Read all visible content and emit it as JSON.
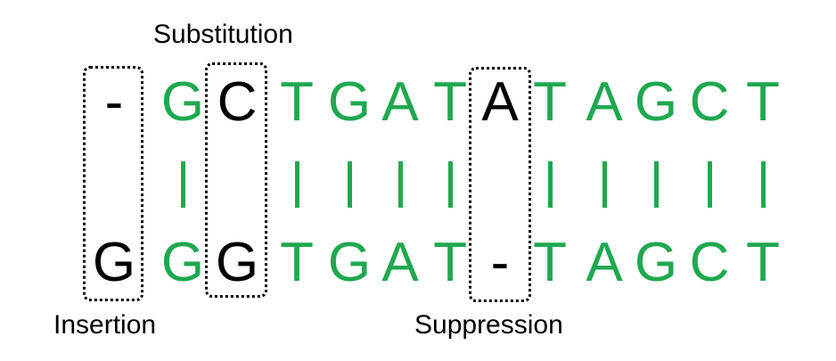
{
  "colors": {
    "match": "#1fa84f",
    "mismatch": "#000000"
  },
  "labels": {
    "substitution": "Substitution",
    "insertion": "Insertion",
    "suppression": "Suppression"
  },
  "alignment": {
    "top": [
      "-",
      "G",
      "C",
      "T",
      "G",
      "A",
      "T",
      "A",
      "T",
      "A",
      "G",
      "C",
      "T"
    ],
    "bottom": [
      "G",
      "G",
      "G",
      "T",
      "G",
      "A",
      "T",
      "-",
      "T",
      "A",
      "G",
      "C",
      "T"
    ],
    "match": [
      false,
      true,
      false,
      true,
      true,
      true,
      true,
      false,
      true,
      true,
      true,
      true,
      true
    ]
  }
}
